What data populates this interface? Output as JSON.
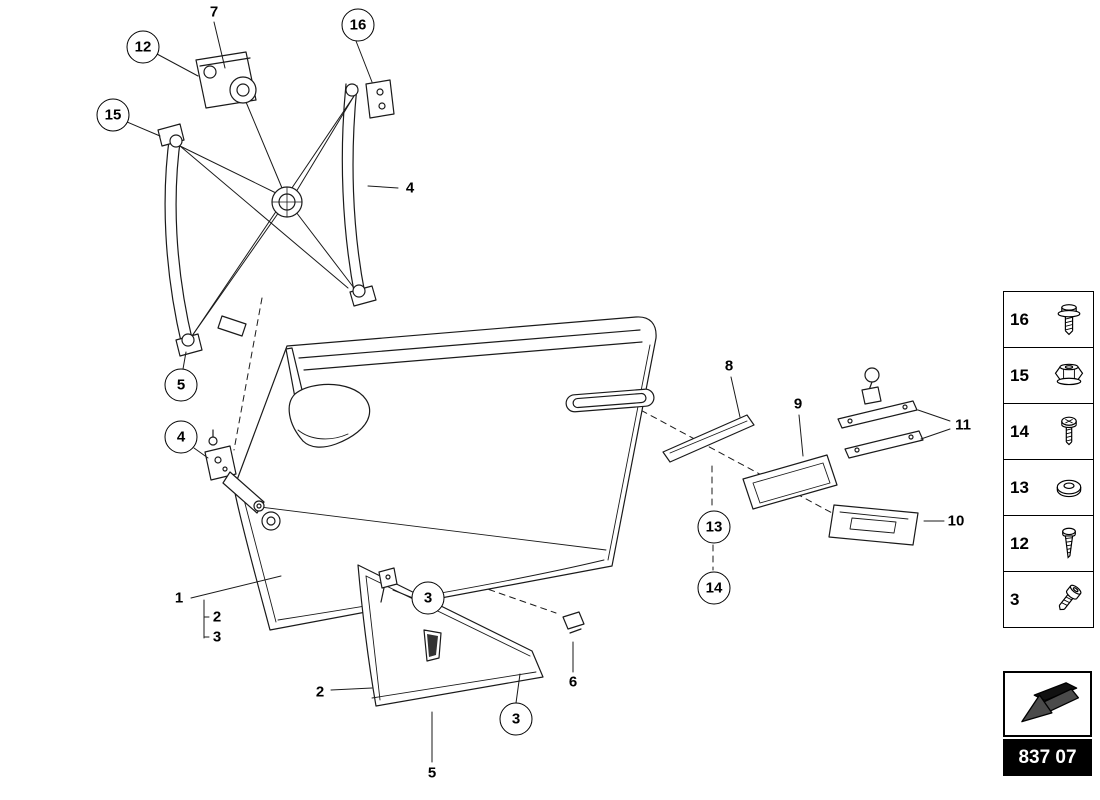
{
  "meta": {
    "part_code": "837 07"
  },
  "callouts": {
    "c7": {
      "label": "7"
    },
    "c12": {
      "label": "12"
    },
    "c16": {
      "label": "16"
    },
    "c15": {
      "label": "15"
    },
    "c4a": {
      "label": "4"
    },
    "c5a": {
      "label": "5"
    },
    "c4b": {
      "label": "4"
    },
    "c1": {
      "label": "1"
    },
    "c2a": {
      "label": "2"
    },
    "c3b": {
      "label": "3"
    },
    "c3a": {
      "label": "3"
    },
    "c2b": {
      "label": "2"
    },
    "c3c": {
      "label": "3"
    },
    "c5b": {
      "label": "5"
    },
    "c6": {
      "label": "6"
    },
    "c8": {
      "label": "8"
    },
    "c9": {
      "label": "9"
    },
    "c13": {
      "label": "13"
    },
    "c14": {
      "label": "14"
    },
    "c10": {
      "label": "10"
    },
    "c11": {
      "label": "11"
    }
  },
  "sidebar": {
    "items": [
      {
        "number": "16",
        "icon": "flange-bolt-icon"
      },
      {
        "number": "15",
        "icon": "flange-nut-icon"
      },
      {
        "number": "14",
        "icon": "pan-head-screw-icon"
      },
      {
        "number": "13",
        "icon": "washer-icon"
      },
      {
        "number": "12",
        "icon": "tapping-screw-icon"
      },
      {
        "number": "3",
        "icon": "socket-bolt-icon"
      }
    ]
  }
}
